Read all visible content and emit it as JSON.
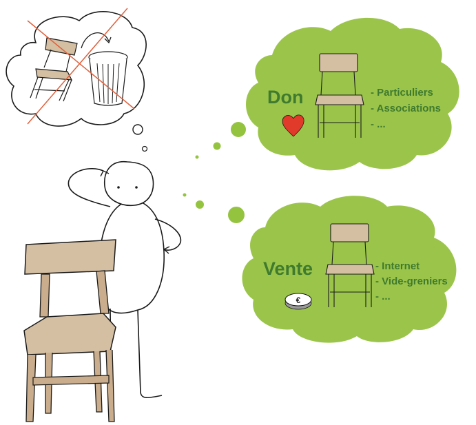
{
  "colors": {
    "cloud_green": "#9bc54a",
    "dot_green": "#94c43f",
    "text_green": "#3f7a2e",
    "chair_seat": "#d4bfa3",
    "chair_frame": "#c9ad8c",
    "outline": "#1a1a1a",
    "heart": "#e23a2a",
    "cross_red": "#e0603c"
  },
  "don": {
    "title": "Don",
    "items": [
      "- Particuliers",
      "- Associations",
      "- ..."
    ],
    "icon": "heart-icon"
  },
  "vente": {
    "title": "Vente",
    "items": [
      "- Internet",
      "- Vide-greniers",
      "- ..."
    ],
    "coin_symbol": "€",
    "icon": "euro-coin-icon"
  },
  "thought": {
    "crossed_out": "chair-to-trash",
    "icons": [
      "chair-icon",
      "trash-can-icon",
      "cross-out-icon"
    ]
  }
}
